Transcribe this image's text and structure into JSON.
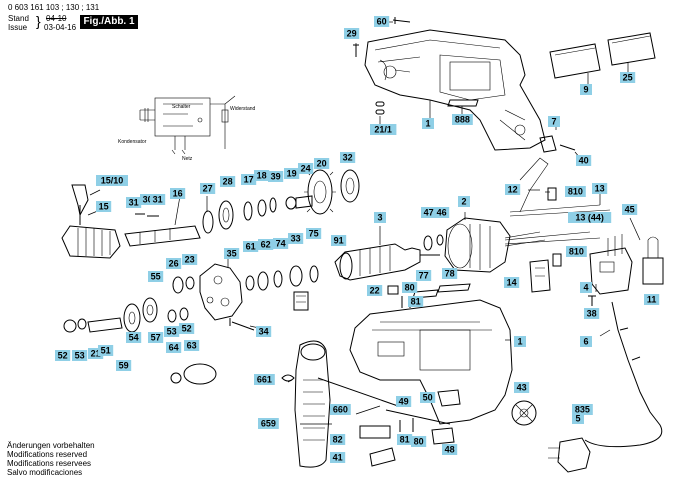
{
  "header": {
    "doc_number": "0 603 161 103 ; 130 ; 131",
    "stand_label": "Stand",
    "issue_label": "Issue",
    "stand_date": "04-10",
    "issue_date": "03-04-16",
    "figure_label": "Fig./Abb. 1"
  },
  "schematic": {
    "switch_label": "Schalter",
    "resistor_label": "Widerstand",
    "capacitor_label": "Kondensator",
    "mains_label": "Netz"
  },
  "footer_notes": [
    "Änderungen vorbehalten",
    "Modifications reserved",
    "Modifications reservees",
    "Salvo modificaciones"
  ],
  "part_labels": [
    "60",
    "29",
    "1",
    "9",
    "25",
    "888",
    "21/1",
    "7",
    "40",
    "810",
    "12",
    "15/10",
    "15",
    "31",
    "30",
    "31",
    "16",
    "27",
    "28",
    "17",
    "18",
    "39",
    "19",
    "24",
    "20",
    "32",
    "3",
    "47",
    "46",
    "2",
    "13",
    "45",
    "13 (44)",
    "91",
    "810",
    "35",
    "26",
    "23",
    "61",
    "62",
    "74",
    "33",
    "75",
    "77",
    "78",
    "22",
    "80",
    "81",
    "14",
    "4",
    "11",
    "38",
    "6",
    "55",
    "52",
    "53",
    "21",
    "51",
    "54",
    "57",
    "59",
    "53",
    "52",
    "64",
    "63",
    "34",
    "1",
    "661",
    "660",
    "49",
    "50",
    "43",
    "835",
    "5",
    "659",
    "82",
    "81",
    "80",
    "41",
    "48"
  ],
  "colors": {
    "label_bg": "#8fcfe6",
    "line": "#000000",
    "figure_box": "#000000"
  }
}
